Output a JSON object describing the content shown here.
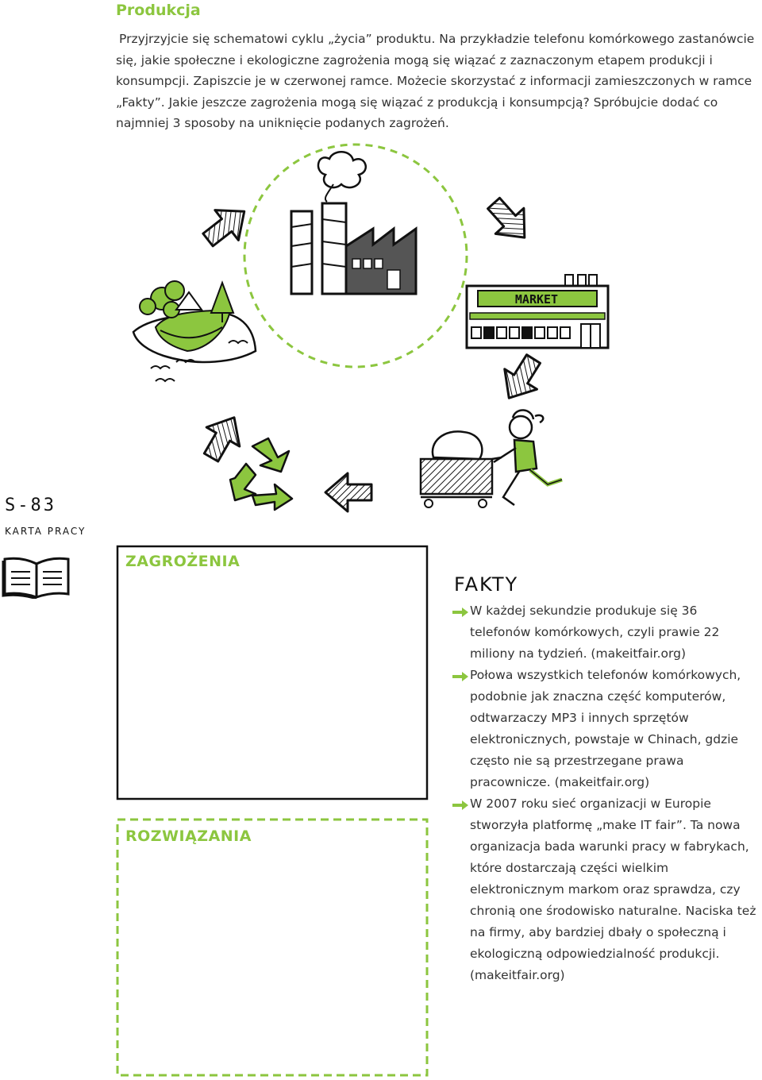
{
  "page": {
    "title": "Produkcja",
    "intro": "Przyjrzyjcie się schematowi cyklu „życia” produktu. Na przykładzie telefonu komórkowego zastanówcie się, jakie społeczne i ekologiczne zagrożenia mogą się wiązać z zaznaczonym etapem produkcji i konsumpcji. Zapiszcie je w czerwonej ramce. Możecie skorzystać z informacji zamieszczonych w ramce „Fakty”. Jakie jeszcze zagrożenia mogą się wiązać z produkcją i konsumpcją? Spróbujcie dodać co najmniej 3 sposoby na uniknięcie podanych zagrożeń."
  },
  "cycle": {
    "market_sign": "MARKET"
  },
  "side": {
    "code": "S-83",
    "label": "KARTA PRACY"
  },
  "boxes": {
    "threats_label": "ZAGROŻENIA",
    "solutions_label": "ROZWIĄZANIA"
  },
  "facts": {
    "title": "FAKTY",
    "items": [
      "W każdej sekundzie produkuje się 36 telefonów komórkowych, czyli prawie 22 miliony na tydzień. (makeitfair.org)",
      "Połowa wszystkich telefonów komórkowych, podobnie jak znaczna część komputerów, odtwarzaczy MP3 i innych sprzętów elektronicznych, powstaje w Chinach, gdzie często nie są przestrzegane prawa pracownicze. (makeitfair.org)",
      "W 2007 roku sieć organizacji w Europie stworzyła platformę „make IT fair”. Ta nowa organizacja bada warunki pracy w fabrykach, które dostarczają części wielkim elektronicznym markom oraz sprawdza, czy chronią one środowisko naturalne. Naciska też na firmy, aby bardziej dbały o społeczną i ekologiczną odpowiedzialność produkcji. (makeitfair.org)"
    ]
  },
  "colors": {
    "accent_green": "#8cc63f",
    "ink": "#111111"
  },
  "icons": [
    "factory-icon",
    "market-icon",
    "shopper-icon",
    "recycle-icon",
    "nature-icon",
    "arrow-icon",
    "book-icon"
  ]
}
